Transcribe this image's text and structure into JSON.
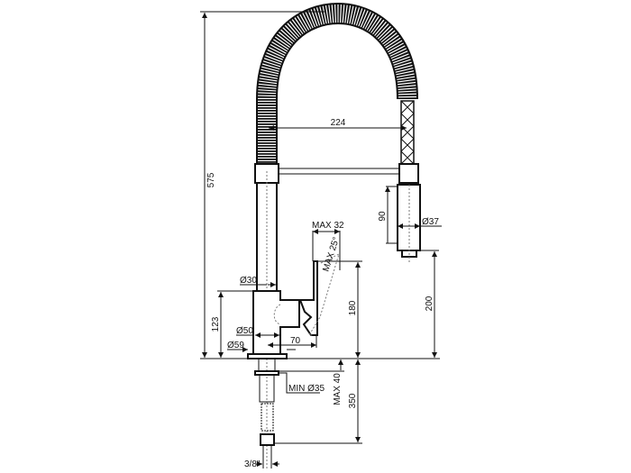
{
  "drawing": {
    "title": "Pull-down kitchen faucet dimensional drawing",
    "dimensions": {
      "total_height": "575",
      "spout_reach": "224",
      "spray_head_length": "90",
      "spray_head_diameter": "Ø37",
      "lever_max": "MAX 32",
      "lever_angle": "MAX 25°",
      "lever_height": "180",
      "spray_height": "200",
      "pillar_diameter": "Ø30",
      "body_height": "123",
      "body_diameter": "Ø50",
      "lever_offset": "70",
      "base_diameter": "Ø59",
      "max_deck": "MAX 40",
      "min_hole": "MIN Ø35",
      "hose_length": "350",
      "connection": "3/8\""
    }
  }
}
